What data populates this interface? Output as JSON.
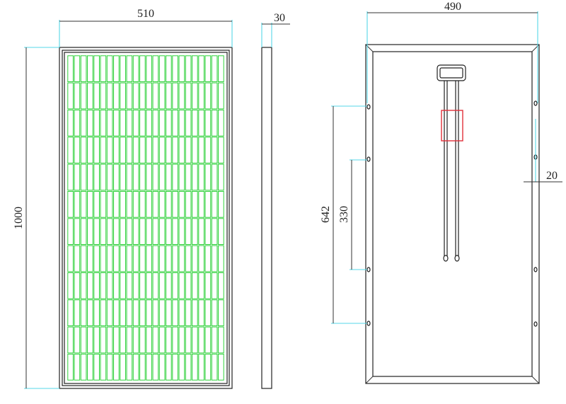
{
  "front_view": {
    "width_label": "510",
    "height_label": "1000",
    "grid": {
      "cols": 24,
      "rows": 12,
      "cell_color": "#2fd13a"
    }
  },
  "side_view": {
    "thickness_label": "30"
  },
  "back_view": {
    "width_label": "490",
    "hole_spacing_outer_label": "642",
    "hole_spacing_inner_label": "330",
    "hole_offset_label": "20",
    "junction_box_color": "#e0303a"
  },
  "colors": {
    "dimension_line": "#55d7e8",
    "outline": "#222222"
  }
}
